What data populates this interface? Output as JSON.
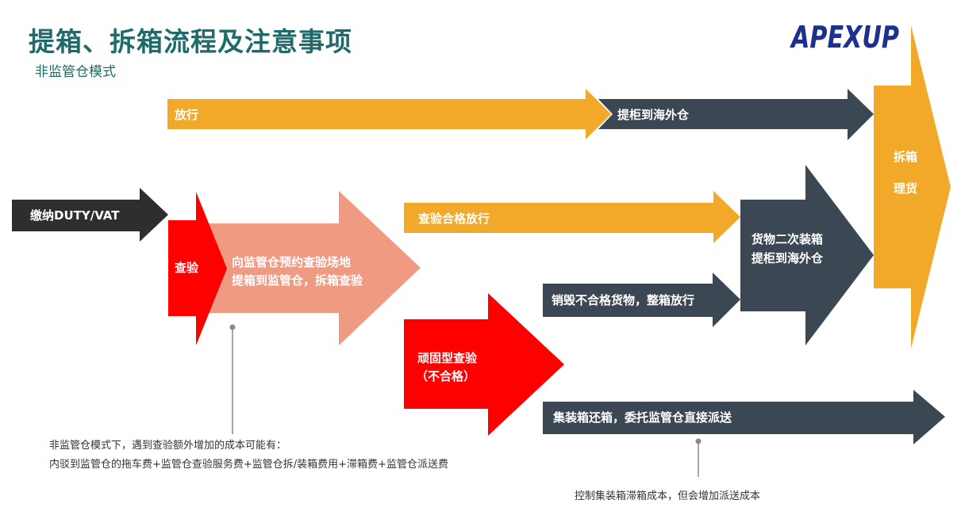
{
  "header": {
    "title": "提箱、拆箱流程及注意事项",
    "subtitle": "非监管仓模式",
    "logo_text": "APEXUP"
  },
  "arrows": {
    "release": "放行",
    "pickup_to_overseas": "提柜到海外仓",
    "pay_duty": "缴纳DUTY/VAT",
    "inspection": "查验",
    "book_site_line1": "向监管仓预约查验场地",
    "book_site_line2": "提箱到监管仓，拆箱查验",
    "passed_release": "查验合格放行",
    "destroy_release": "销毁不合格货物，整箱放行",
    "reload_line1": "货物二次装箱",
    "reload_line2": "提柜到海外仓",
    "unpack_line1": "拆箱",
    "unpack_line2": "理货",
    "stubborn_line1": "顽固型查验",
    "stubborn_line2": "（不合格）",
    "return_container": "集装箱还箱，委托监管仓直接派送"
  },
  "notes": {
    "extra_cost_line1": "非监管仓模式下，遇到查验额外增加的成本可能有：",
    "extra_cost_line2": "内驳到监管仓的拖车费+监管仓查验服务费+监管仓拆/装箱费用+滞箱费+监管仓派送费",
    "control_cost": "控制集装箱滞箱成本，但会增加派送成本"
  },
  "colors": {
    "title": "#1f6a6a",
    "orange": "#f2a829",
    "dark": "#3b4752",
    "red": "#ff0000",
    "salmon": "#f09a82",
    "black_arrow": "#2e2e2e"
  }
}
